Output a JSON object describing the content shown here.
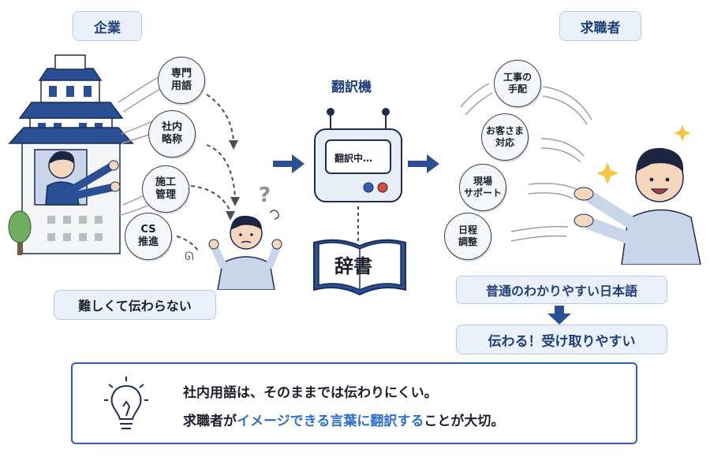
{
  "labels": {
    "company": "企業",
    "jobseeker": "求職者",
    "translator": "翻訳機",
    "translating": "翻訳中…",
    "dictionary": "辞書",
    "hard_to_convey": "難しくて伝わらない",
    "plain_japanese": "普通のわかりやすい日本語",
    "easy_to_receive": "伝わる！受け取りやすい"
  },
  "company_terms": [
    {
      "l1": "専門",
      "l2": "用語"
    },
    {
      "l1": "社内",
      "l2": "略称"
    },
    {
      "l1": "施工",
      "l2": "管理"
    },
    {
      "l1": "CS",
      "l2": "推進"
    }
  ],
  "seeker_terms": [
    {
      "l1": "工事の",
      "l2": "手配"
    },
    {
      "l1": "お客さま",
      "l2": "対応"
    },
    {
      "l1": "現場",
      "l2": "サポート"
    },
    {
      "l1": "日程",
      "l2": "調整"
    }
  ],
  "message": {
    "line1": "社内用語は、そのままでは伝わりにくい。",
    "line2_a": "求職者が",
    "line2_b": "イメージできる言葉に翻訳する",
    "line2_c": "ことが大切。"
  },
  "colors": {
    "accent": "#2f5fb3",
    "pill_bg": "#eaf1fb",
    "highlight": "#2f6fd1"
  }
}
